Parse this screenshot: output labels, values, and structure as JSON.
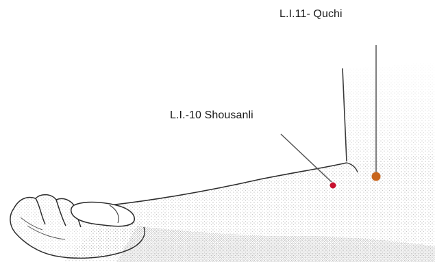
{
  "points": [
    {
      "id": "quchi",
      "label": "L.I.11- Quchi",
      "color": "#c8661e"
    },
    {
      "id": "shousanli",
      "label": "L.I.-10 Shousanli",
      "color": "#c8102e"
    }
  ],
  "figure": {
    "subject": "arm-illustration"
  }
}
